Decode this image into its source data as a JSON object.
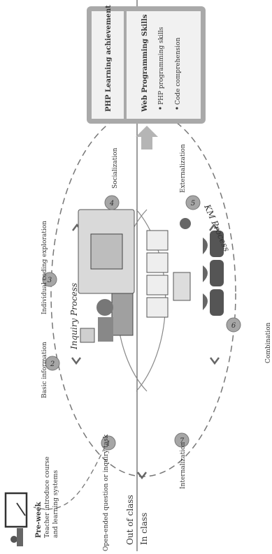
{
  "pre_week": {
    "title": "Pre-week",
    "lines": [
      "Teacher introduce course",
      "and learning systems"
    ]
  },
  "open_task_label": "Open-ended question or inquiry task",
  "class_labels": {
    "out_of_class": "Out of class",
    "in_class": "In class"
  },
  "inquiry_process_label": "Inquiry Process",
  "km_process_label": "KM Process",
  "steps": [
    {
      "number": "1",
      "label": ""
    },
    {
      "number": "2",
      "label": "Basic information"
    },
    {
      "number": "3",
      "label": "Individual coding exploration"
    },
    {
      "number": "4",
      "label": "Socialization"
    },
    {
      "number": "5",
      "label": "Externalization"
    },
    {
      "number": "6",
      "label": "Combination"
    },
    {
      "number": "7",
      "label": "Internalization"
    }
  ],
  "achievement": {
    "title": "PHP Learning achievement",
    "subtitle": "Web Programming Skills",
    "items": [
      "PHP programming skills",
      "Code comprehension"
    ]
  },
  "colors": {
    "step_circle": "#a6a6a6",
    "panel_outer": "#a9a9a9",
    "panel_inner": "#f1f1f1",
    "arrow": "#b5b5b5",
    "line": "#555555"
  }
}
